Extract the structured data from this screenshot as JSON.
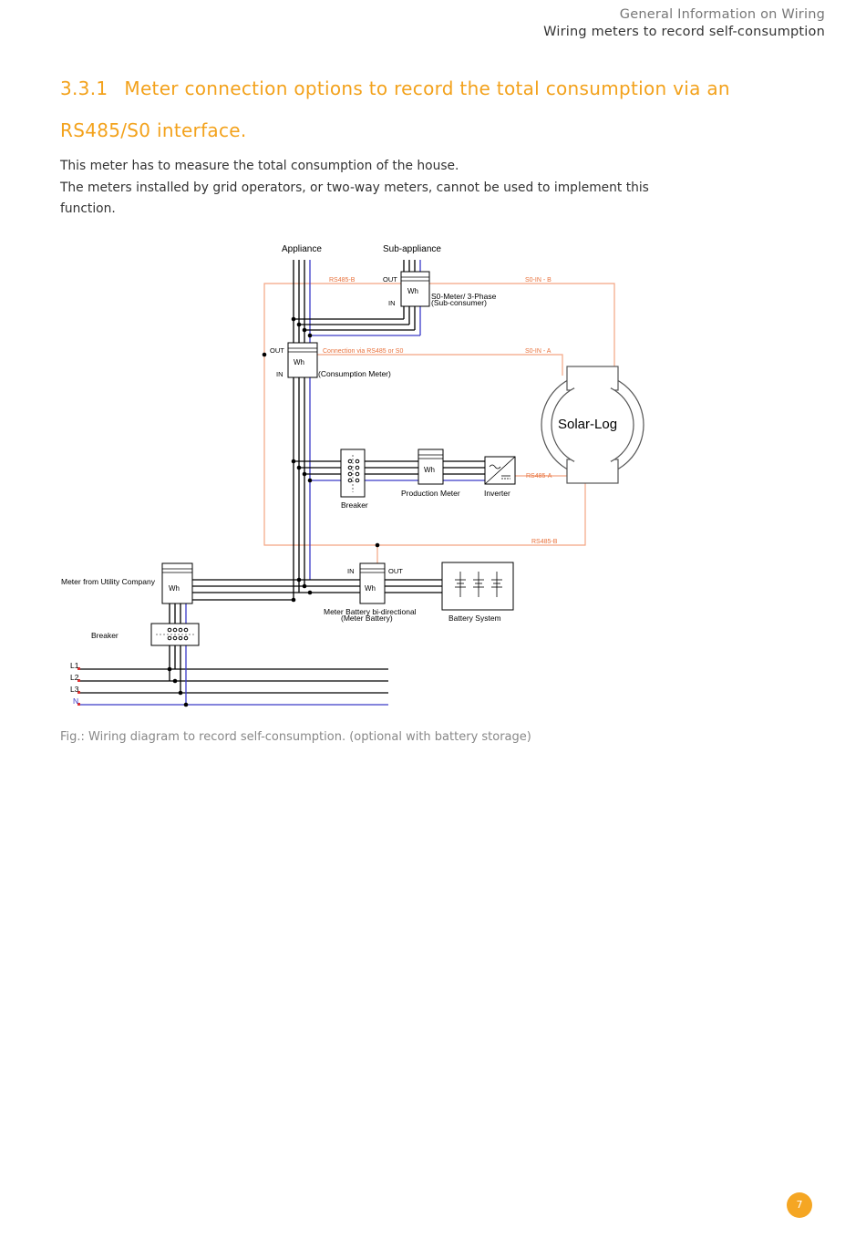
{
  "header": {
    "section": "General Information on Wiring",
    "subsection": "Wiring meters to record self-consumption"
  },
  "heading": {
    "number": "3.3.1",
    "line1": "Meter connection options to record the total consumption via an",
    "line2": "RS485/S0 interface."
  },
  "paragraphs": [
    "This meter has to measure the total consumption of the house.",
    "The meters installed by grid operators, or two-way meters, cannot be used to implement this function."
  ],
  "diagram": {
    "appliance": "Appliance",
    "sub_appliance": "Sub-appliance",
    "rs485_b_top": "RS485-B",
    "s0_in_b": "S0-IN - B",
    "out": "OUT",
    "in": "IN",
    "wh": "Wh",
    "s0_meter_line1": "S0-Meter/ 3-Phase",
    "s0_meter_line2": "(Sub-consumer)",
    "connection_label": "Connection via RS485 or S0",
    "s0_in_a": "S0-IN - A",
    "consumption_meter": "(Consumption Meter)",
    "solar_log": "Solar-Log",
    "rs485_a": "RS485-A",
    "breaker": "Breaker",
    "production_meter": "Production Meter",
    "inverter": "Inverter",
    "rs485_b_bottom": "RS485-B",
    "meter_utility": "Meter from Utility Company",
    "meter_battery_line1": "Meter Battery bi-directional",
    "meter_battery_line2": "(Meter Battery)",
    "battery_system": "Battery System",
    "l1": "L1",
    "l2": "L2",
    "l3": "L3",
    "n": "N"
  },
  "caption": "Fig.: Wiring diagram to record self-consumption. (optional with battery storage)",
  "page_number": "7",
  "colors": {
    "accent": "#f3a21c",
    "rs485_line": "#f4a582",
    "neutral_wire": "#3a3ac8",
    "phase_wire": "#000000"
  }
}
